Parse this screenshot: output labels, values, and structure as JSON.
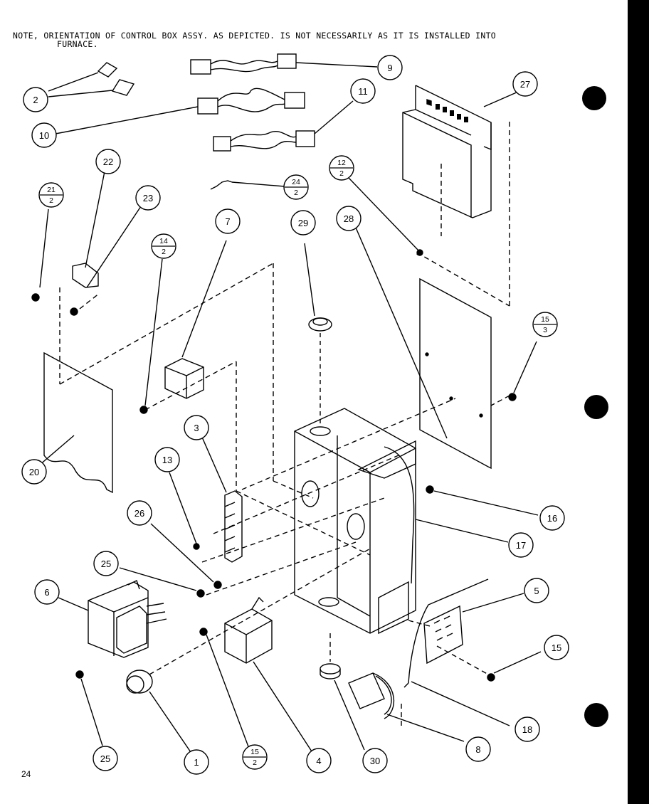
{
  "note": {
    "line1": "NOTE,  ORIENTATION OF CONTROL BOX ASSY. AS DEPICTED. IS NOT NECESSARILY AS IT IS INSTALLED INTO",
    "line2": "FURNACE."
  },
  "page_number": "24",
  "callouts": [
    {
      "id": "2",
      "label": "2"
    },
    {
      "id": "9",
      "label": "9"
    },
    {
      "id": "10",
      "label": "10"
    },
    {
      "id": "11",
      "label": "11"
    },
    {
      "id": "27",
      "label": "27"
    },
    {
      "id": "22",
      "label": "22"
    },
    {
      "id": "23",
      "label": "23"
    },
    {
      "id": "7",
      "label": "7"
    },
    {
      "id": "29",
      "label": "29"
    },
    {
      "id": "28",
      "label": "28"
    },
    {
      "id": "20",
      "label": "20"
    },
    {
      "id": "3",
      "label": "3"
    },
    {
      "id": "13",
      "label": "13"
    },
    {
      "id": "26",
      "label": "26"
    },
    {
      "id": "25a",
      "label": "25"
    },
    {
      "id": "6",
      "label": "6"
    },
    {
      "id": "25b",
      "label": "25"
    },
    {
      "id": "1",
      "label": "1"
    },
    {
      "id": "4",
      "label": "4"
    },
    {
      "id": "30",
      "label": "30"
    },
    {
      "id": "8",
      "label": "8"
    },
    {
      "id": "18",
      "label": "18"
    },
    {
      "id": "15",
      "label": "15"
    },
    {
      "id": "5",
      "label": "5"
    },
    {
      "id": "17",
      "label": "17"
    },
    {
      "id": "16",
      "label": "16"
    }
  ],
  "fraction_callouts": [
    {
      "id": "21-2",
      "num": "21",
      "den": "2"
    },
    {
      "id": "12-2",
      "num": "12",
      "den": "2"
    },
    {
      "id": "24-2",
      "num": "24",
      "den": "2"
    },
    {
      "id": "14-2",
      "num": "14",
      "den": "2"
    },
    {
      "id": "15-3",
      "num": "15",
      "den": "3"
    },
    {
      "id": "15-2",
      "num": "15",
      "den": "2"
    }
  ]
}
